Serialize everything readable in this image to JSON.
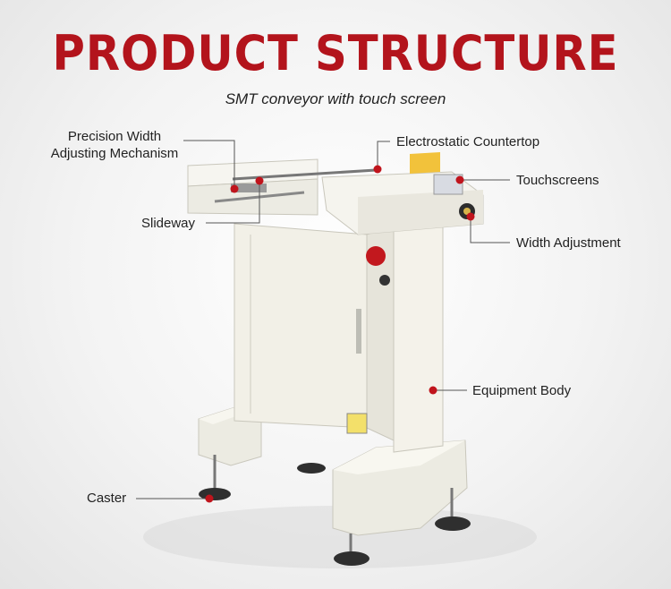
{
  "header": {
    "title": "PRODUCT STRUCTURE",
    "subtitle": "SMT conveyor with touch screen"
  },
  "callouts": {
    "precision_width_line1": "Precision Width",
    "precision_width_line2": "Adjusting Mechanism",
    "slideway": "Slideway",
    "electrostatic_countertop": "Electrostatic Countertop",
    "touchscreens": "Touchscreens",
    "width_adjustment": "Width Adjustment",
    "equipment_body": "Equipment Body",
    "caster": "Caster"
  },
  "colors": {
    "title_red": "#b3141c",
    "callout_dot": "#c0141c",
    "machine_white": "#f1efe6"
  }
}
